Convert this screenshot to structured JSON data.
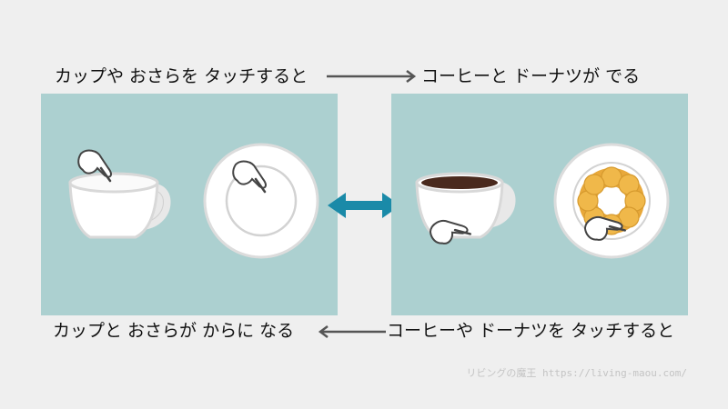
{
  "captions": {
    "top_left": "カップや おさらを タッチすると",
    "top_right": "コーヒーと ドーナツが でる",
    "bottom_left": "カップと おさらが からに なる",
    "bottom_right": "コーヒーや ドーナツを タッチすると"
  },
  "watermark": "リビングの魔王 https://living-maou.com/",
  "colors": {
    "panel": "#acd0d0",
    "swap_arrow": "#1a8aa8",
    "flow_arrow": "#555555"
  },
  "icons": [
    "pointing-hand-icon",
    "cup-icon",
    "plate-icon",
    "coffee-icon",
    "donut-icon",
    "double-arrow-icon"
  ]
}
